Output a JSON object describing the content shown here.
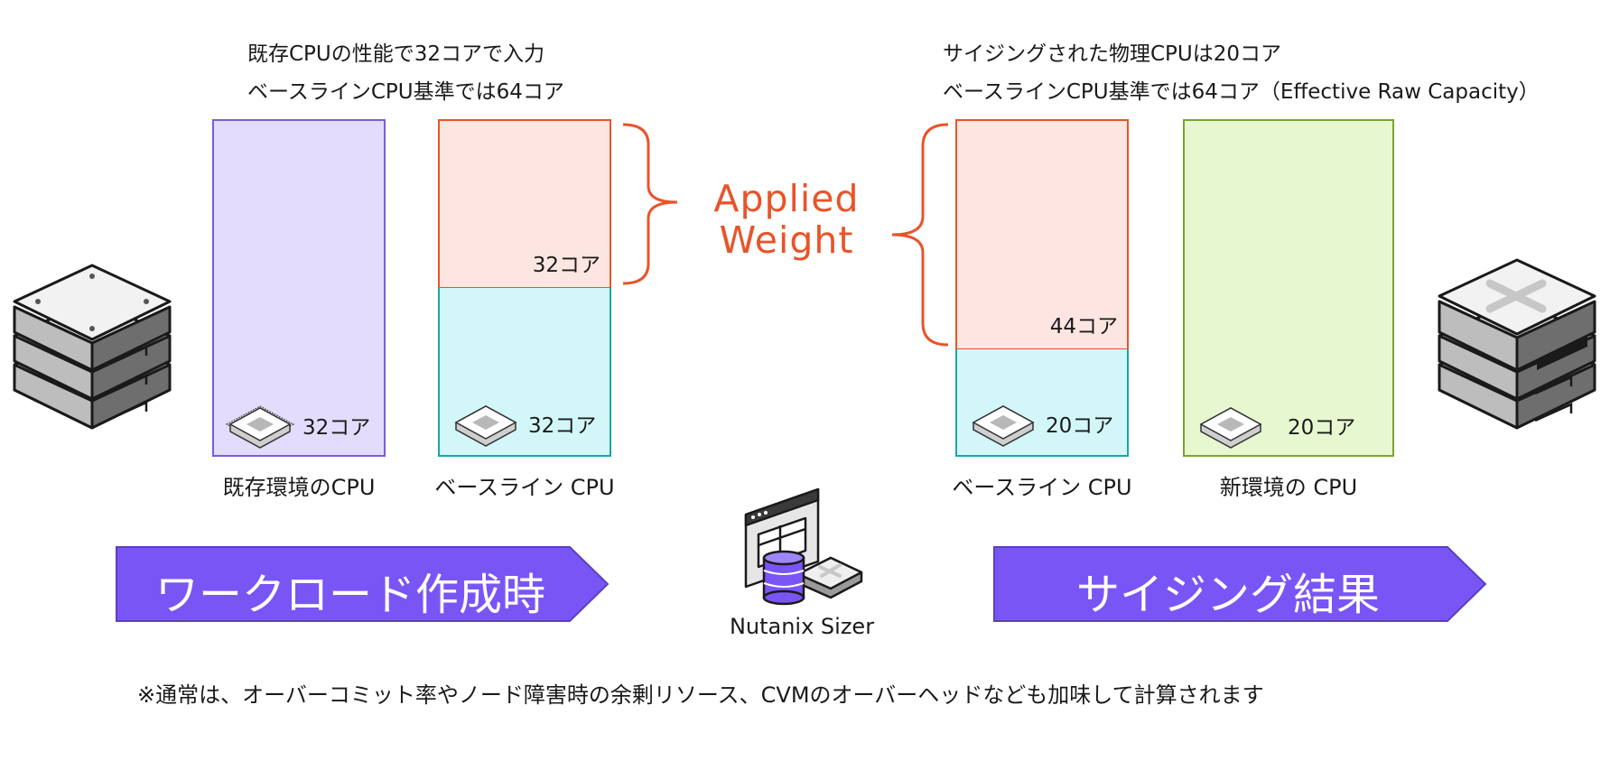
{
  "left_notes": [
    "既存CPUの性能で32コアで入力",
    "ベースラインCPU基準では64コア"
  ],
  "right_notes": [
    "サイジングされた物理CPUは20コア",
    "ベースラインCPU基準では64コア（Effective Raw Capacity）"
  ],
  "existing_cpu": {
    "value": "32コア",
    "caption": "既存環境のCPU"
  },
  "baseline_left": {
    "top_value": "32コア",
    "bottom_value": "32コア",
    "caption": "ベースライン CPU"
  },
  "applied_weight": [
    "Applied",
    "Weight"
  ],
  "baseline_right": {
    "top_value": "44コア",
    "bottom_value": "20コア",
    "caption": "ベースライン CPU"
  },
  "new_cpu": {
    "value": "20コア",
    "caption": "新環境の CPU"
  },
  "banners": {
    "left": "ワークロード作成時",
    "right": "サイジング結果"
  },
  "tool_label": "Nutanix Sizer",
  "footnote": "※通常は、オーバーコミット率やノード障害時の余剰リソース、CVMのオーバーヘッドなども加味して計算されます",
  "colors": {
    "purple_border": "#7b5ce0",
    "purple_fill": "#e3dcfd",
    "orange_border": "#e8542a",
    "orange_fill": "#fde6e1",
    "cyan_border": "#1aa6a6",
    "cyan_fill": "#d3f7f9",
    "green_border": "#7aa52a",
    "green_fill": "#e7f8d1",
    "banner": "#7a55f5"
  },
  "icons": [
    "server-stack-icon",
    "cpu-chip-icon",
    "nutanix-node-icon",
    "sizer-app-icon",
    "database-icon"
  ]
}
